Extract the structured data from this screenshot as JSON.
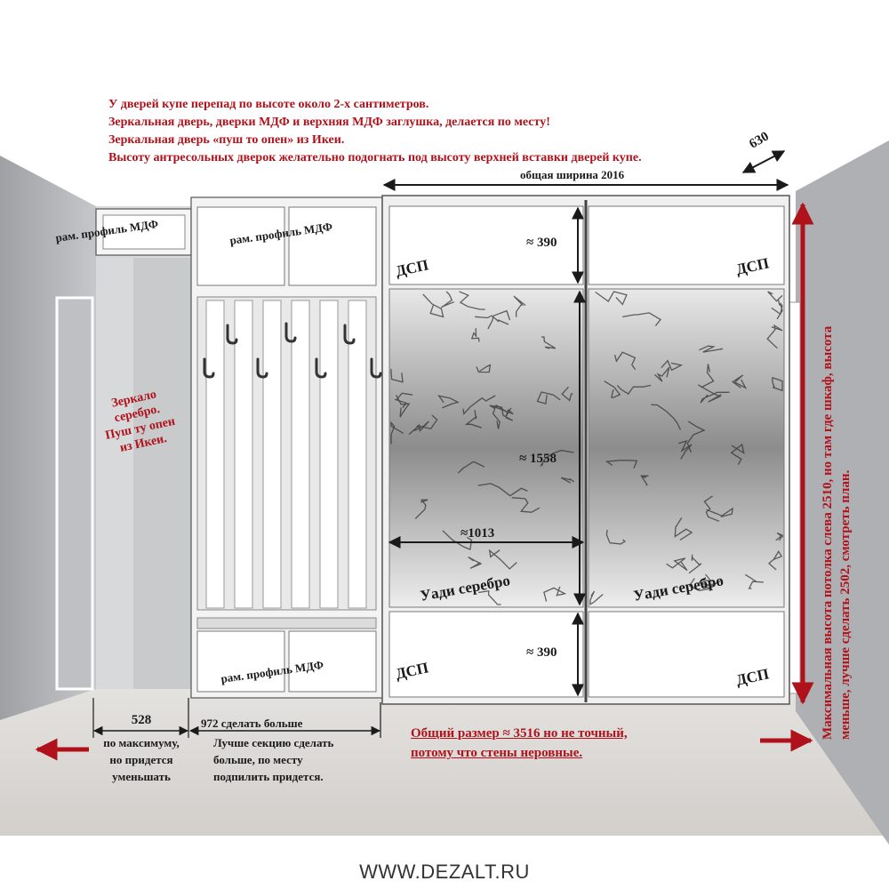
{
  "notes": [
    "У дверей купе перепад по высоте около 2-х сантиметров.",
    "Зеркальная дверь, дверки МДФ и верхняя МДФ заглушка, делается по месту!",
    "Зеркальная дверь «пуш то опен» из Икеи.",
    "Высоту антресольных дверок желательно подогнать под высоту верхней вставки дверей купе."
  ],
  "labels": {
    "depth": "630",
    "total_width": "общая ширина 2016",
    "profile_left": "рам. профиль МДФ",
    "profile_top": "рам. профиль МДФ",
    "profile_bottom": "рам. профиль МДФ",
    "dsp": "ДСП",
    "h_top": "≈ 390",
    "h_mirror": "≈ 1558",
    "door_width": "≈1013",
    "h_bottom": "≈ 390",
    "mirror_door": "Уади серебро",
    "mirror_note": [
      "Зеркало",
      "серебро.",
      "Пуш ту опен",
      "из Икеи."
    ],
    "w528": "528",
    "w528_note": [
      "по максимуму,",
      "но придется",
      "уменьшать"
    ],
    "w972": "972 сделать больше",
    "w972_note": [
      "Лучше секцию сделать",
      "больше, по месту",
      "подпилить придется."
    ],
    "total_size": [
      "Общий размер ≈ 3516 но не точный,",
      "потому что стены неровные."
    ],
    "ceiling_note": [
      "Максимальная высота потолка слева 2510, но там где шкаф, высота",
      "меньше, лучше сделать 2502, смотреть план."
    ]
  },
  "website": "WWW.DEZALT.RU",
  "colors": {
    "accent_red": "#b0121b",
    "wall": "#b5b6ba",
    "floor": "#d9d6d3"
  }
}
